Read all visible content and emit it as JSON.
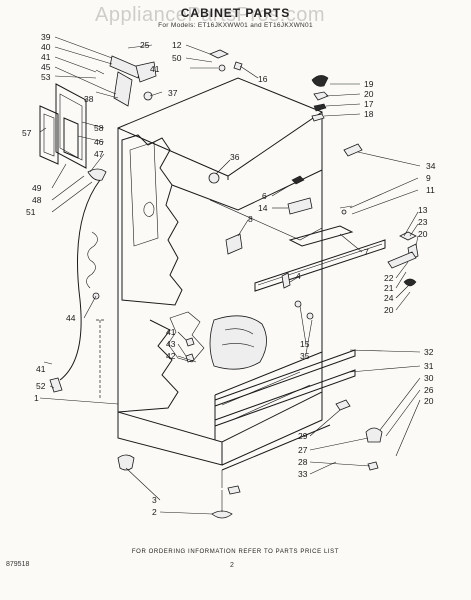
{
  "watermark": "AppliancePartsPros.com",
  "title": "CABINET PARTS",
  "subtitle": "For Models: ET16JKXWW01 and ET16JKXWN01",
  "footer": "FOR ORDERING INFORMATION REFER TO PARTS PRICE LIST",
  "code": "879518",
  "page_number": "2",
  "callouts": [
    "39",
    "40",
    "41",
    "45",
    "53",
    "38",
    "57",
    "58",
    "46",
    "47",
    "49",
    "48",
    "51",
    "44",
    "41",
    "52",
    "1",
    "25",
    "12",
    "50",
    "16",
    "37",
    "41",
    "19",
    "20",
    "17",
    "18",
    "36",
    "34",
    "9",
    "11",
    "6",
    "14",
    "8",
    "7",
    "4",
    "13",
    "23",
    "20",
    "22",
    "21",
    "24",
    "20",
    "15",
    "35",
    "41",
    "43",
    "42",
    "32",
    "31",
    "30",
    "26",
    "20",
    "29",
    "27",
    "28",
    "33",
    "3",
    "2"
  ]
}
